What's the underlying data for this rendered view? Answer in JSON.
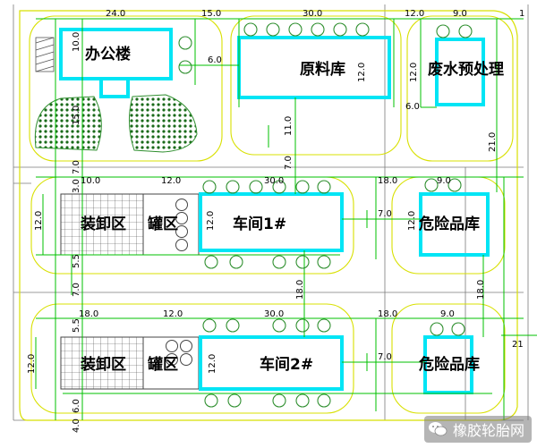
{
  "rooms": {
    "office": "办公楼",
    "raw_store": "原料库",
    "wastewater": "废水预处理",
    "loading1": "装卸区",
    "tank1": "罐区",
    "workshop1": "车间1#",
    "hazard1": "危险品库",
    "loading2": "装卸区",
    "tank2": "罐区",
    "workshop2": "车间2#",
    "hazard2": "危险品库"
  },
  "dims": {
    "d24": "24.0",
    "d15a": "15.0",
    "d30a": "30.0",
    "d12a": "12.0",
    "d9a": "9.0",
    "d1": "1",
    "d10": "10.0",
    "d6a": "6.0",
    "d12b": "12.0",
    "d12c": "12.0",
    "d6b": "6.0",
    "d15b": "15.0",
    "d11": "11.0",
    "d7a": "7.0",
    "d7b": "7.0",
    "d21a": "21.0",
    "d3": "3.0",
    "d10b": "10.0",
    "d12d": "12.0",
    "d30b": "30.0",
    "d18a": "18.0",
    "d9b": "9.0",
    "d12e": "12.0",
    "d12f": "12.0",
    "d7c": "7.0",
    "d12g": "12.0",
    "d55a": "5.5",
    "d7d": "7.0",
    "d18b": "18.0",
    "d18c": "18.0",
    "d55b": "5.5",
    "d18d": "18.0",
    "d12h": "12.0",
    "d30c": "30.0",
    "d18e": "18.0",
    "d9c": "9.0",
    "d12i": "12.0",
    "d12j": "12.0",
    "d7e": "7.0",
    "d21b": "21",
    "d6c": "6.0",
    "d4": "4.0"
  },
  "watermark": {
    "text": "橡胶轮胎网",
    "icon": "wechat-icon"
  },
  "colors": {
    "building": "#00e5f5",
    "boundary": "#d8e000",
    "dimension": "#00c000",
    "grid": "#7a7a7a",
    "tree": "#2f8f2f"
  }
}
